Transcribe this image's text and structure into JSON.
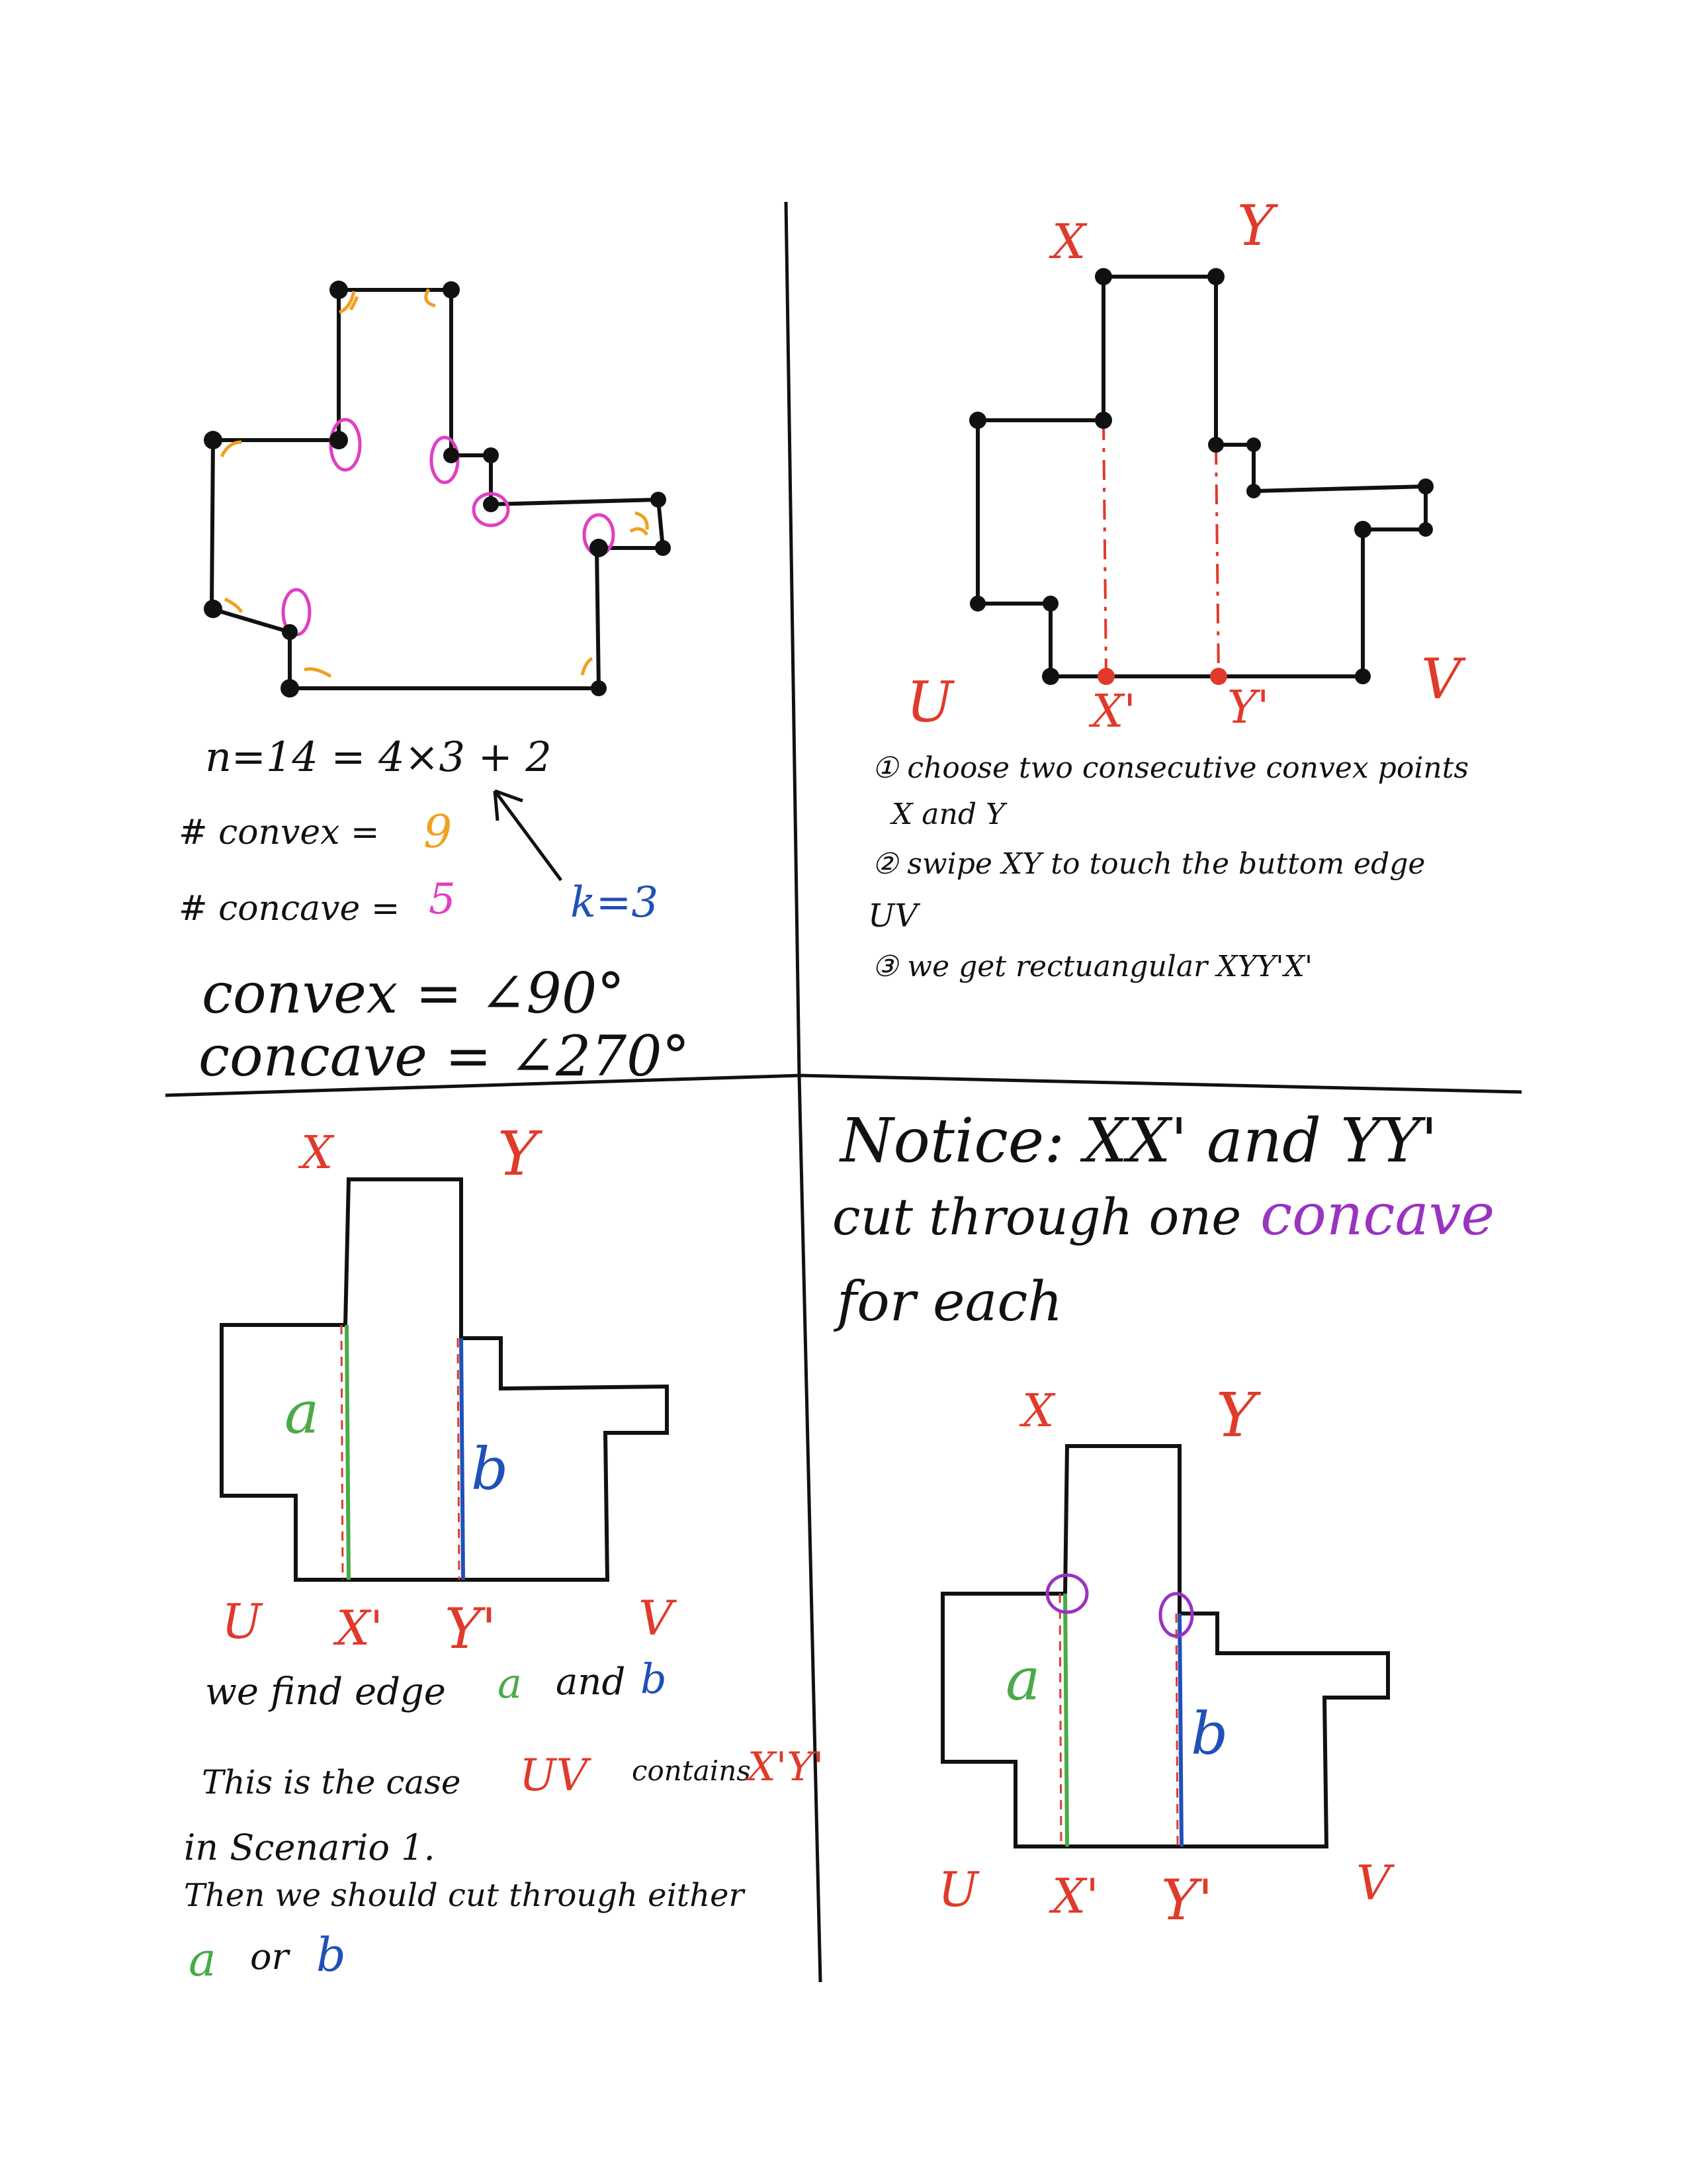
{
  "q1": {
    "eq_n": "n=14 = 4×3 + 2",
    "convex_count_label": "# convex =",
    "convex_count": "9",
    "concave_count_label": "# concave =",
    "concave_count": "5",
    "k_label": "k=3",
    "convex_angle": "convex = ∠90°",
    "concave_angle": "concave = ∠270°"
  },
  "q2": {
    "label_x": "X",
    "label_y": "Y",
    "label_u": "U",
    "label_v": "V",
    "label_xp": "X'",
    "label_yp": "Y'",
    "step1": "① choose two consecutive convex points",
    "step1b": "X and Y",
    "step2": "② swipe XY to touch the buttom edge",
    "step2b": "UV",
    "step3": "③ we get rectuangular XYY'X'"
  },
  "q3": {
    "label_x": "X",
    "label_y": "Y",
    "label_u": "U",
    "label_v": "V",
    "label_xp": "X'",
    "label_yp": "Y'",
    "label_a": "a",
    "label_b": "b",
    "line1_pre": "we find edge",
    "line1_a": "a",
    "line1_and": "and",
    "line1_b": "b",
    "line2_pre": "This is the case",
    "line2_uv": "UV",
    "line2_mid": "contains",
    "line2_xy": "X'Y'",
    "line3": "in Scenario 1.",
    "line4": "Then we should cut through either",
    "line5_a": "a",
    "line5_or": "or",
    "line5_b": "b"
  },
  "q4": {
    "notice_pre": "Notice: XX' and YY'",
    "notice_cut": "cut through one",
    "notice_concave": "concave",
    "notice_each": "for each",
    "label_x": "X",
    "label_y": "Y",
    "label_u": "U",
    "label_v": "V",
    "label_xp": "X'",
    "label_yp": "Y'",
    "label_a": "a",
    "label_b": "b"
  },
  "colors": {
    "ink": "#111111",
    "red": "#e03a2b",
    "green": "#4aaa48",
    "blue": "#2050b8",
    "orange": "#f0a020",
    "magenta": "#e040c0",
    "purple": "#9a33c0"
  }
}
